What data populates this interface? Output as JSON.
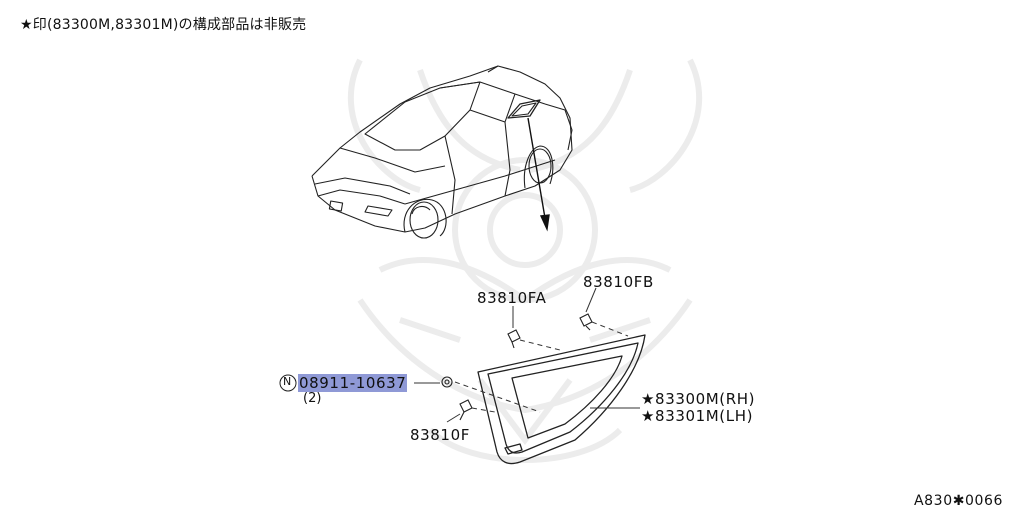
{
  "note": "★印(83300M,83301M)の構成部品は非販売",
  "callouts": {
    "part_83810FA": "83810FA",
    "part_83810FB": "83810FB",
    "part_83810F": "83810F",
    "nut_symbol": "N",
    "nut_part": "08911-10637",
    "nut_qty": "(2)",
    "glass_rh": "★83300M(RH)",
    "glass_lh": "★83301M(LH)"
  },
  "diagram_code": "A830✱0066",
  "highlight_color": "#8f99d6"
}
